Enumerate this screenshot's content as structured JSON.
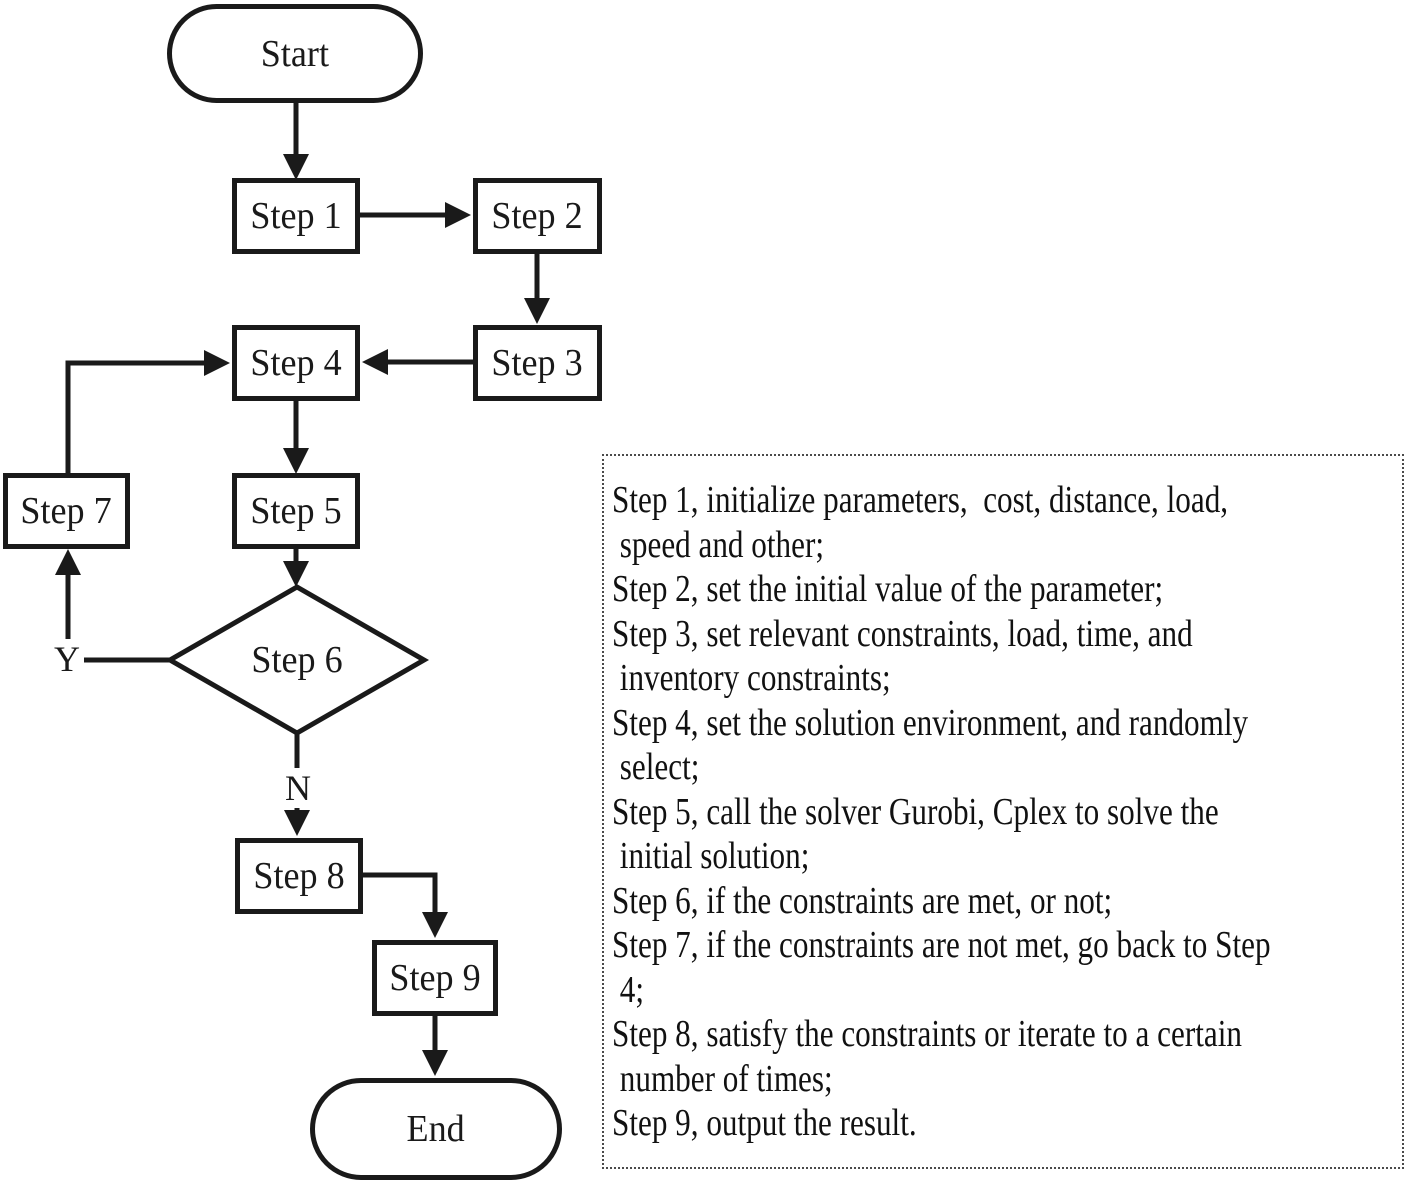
{
  "colors": {
    "stroke": "#1a1a1a",
    "text": "#111111",
    "background": "#ffffff"
  },
  "flowchart": {
    "nodes": {
      "start": "Start",
      "step1": "Step 1",
      "step2": "Step 2",
      "step3": "Step 3",
      "step4": "Step 4",
      "step5": "Step 5",
      "step6": "Step 6",
      "step7": "Step 7",
      "step8": "Step 8",
      "step9": "Step 9",
      "end": "End"
    },
    "branch_labels": {
      "yes": "Y",
      "no": "N"
    }
  },
  "legend": {
    "lines": [
      "Step 1, initialize parameters,  cost, distance, load,",
      " speed and other;",
      "Step 2, set the initial value of the parameter;",
      "Step 3, set relevant constraints, load, time, and",
      " inventory constraints;",
      "Step 4, set the solution environment, and randomly",
      " select;",
      "Step 5, call the solver Gurobi, Cplex to solve the",
      " initial solution;",
      "Step 6, if the constraints are met, or not;",
      "Step 7, if the constraints are not met, go back to Step",
      " 4;",
      "Step 8, satisfy the constraints or iterate to a certain",
      " number of times;",
      "Step 9, output the result."
    ]
  }
}
